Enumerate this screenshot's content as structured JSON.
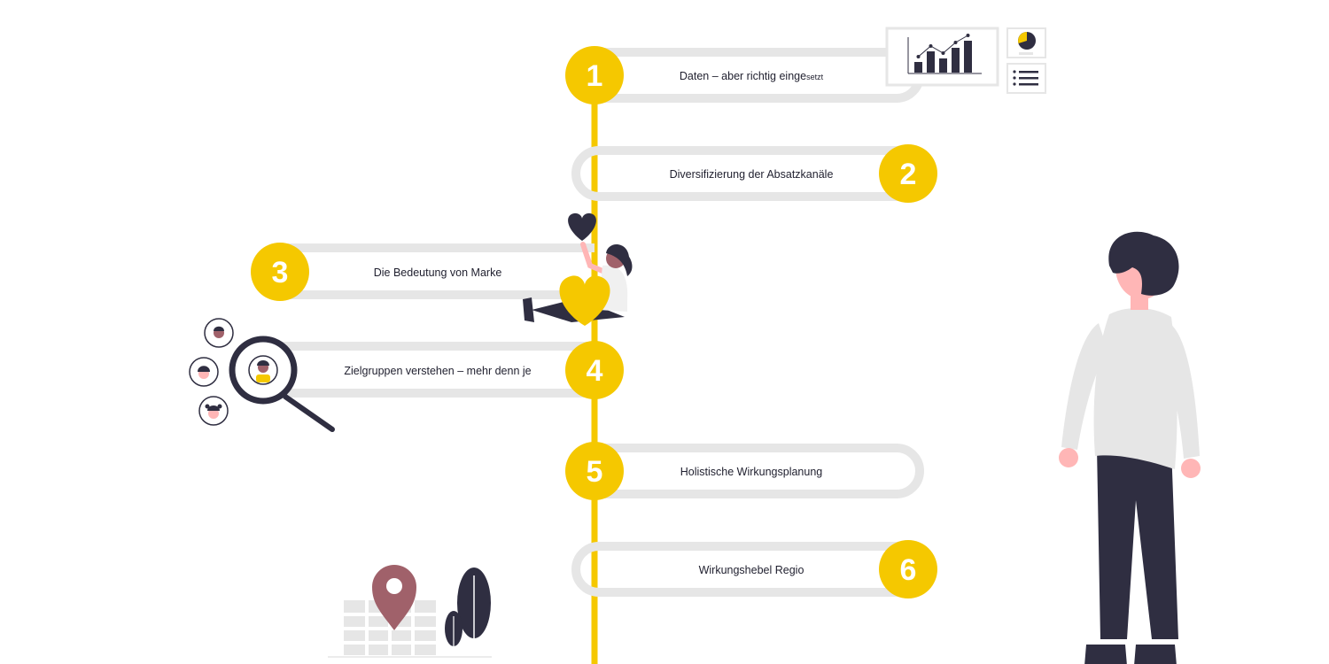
{
  "colors": {
    "accent": "#f5c800",
    "track": "#e6e6e6",
    "dark": "#2f2e41",
    "skin": "#ffb6b6",
    "pin": "#a0616a"
  },
  "steps": [
    {
      "number": "1",
      "label": "Daten – aber richtig einge",
      "label_suffix": "setzt"
    },
    {
      "number": "2",
      "label": "Diversifizierung der Absatzkanäle"
    },
    {
      "number": "3",
      "label": "Die Bedeutung von Marke"
    },
    {
      "number": "4",
      "label": "Zielgruppen verstehen – mehr denn je"
    },
    {
      "number": "5",
      "label": "Holistische Wirkungsplanung"
    },
    {
      "number": "6",
      "label": "Wirkungshebel Regio"
    }
  ],
  "chart_data": {
    "type": "bar",
    "values": [
      3,
      6,
      4,
      7,
      9
    ]
  }
}
